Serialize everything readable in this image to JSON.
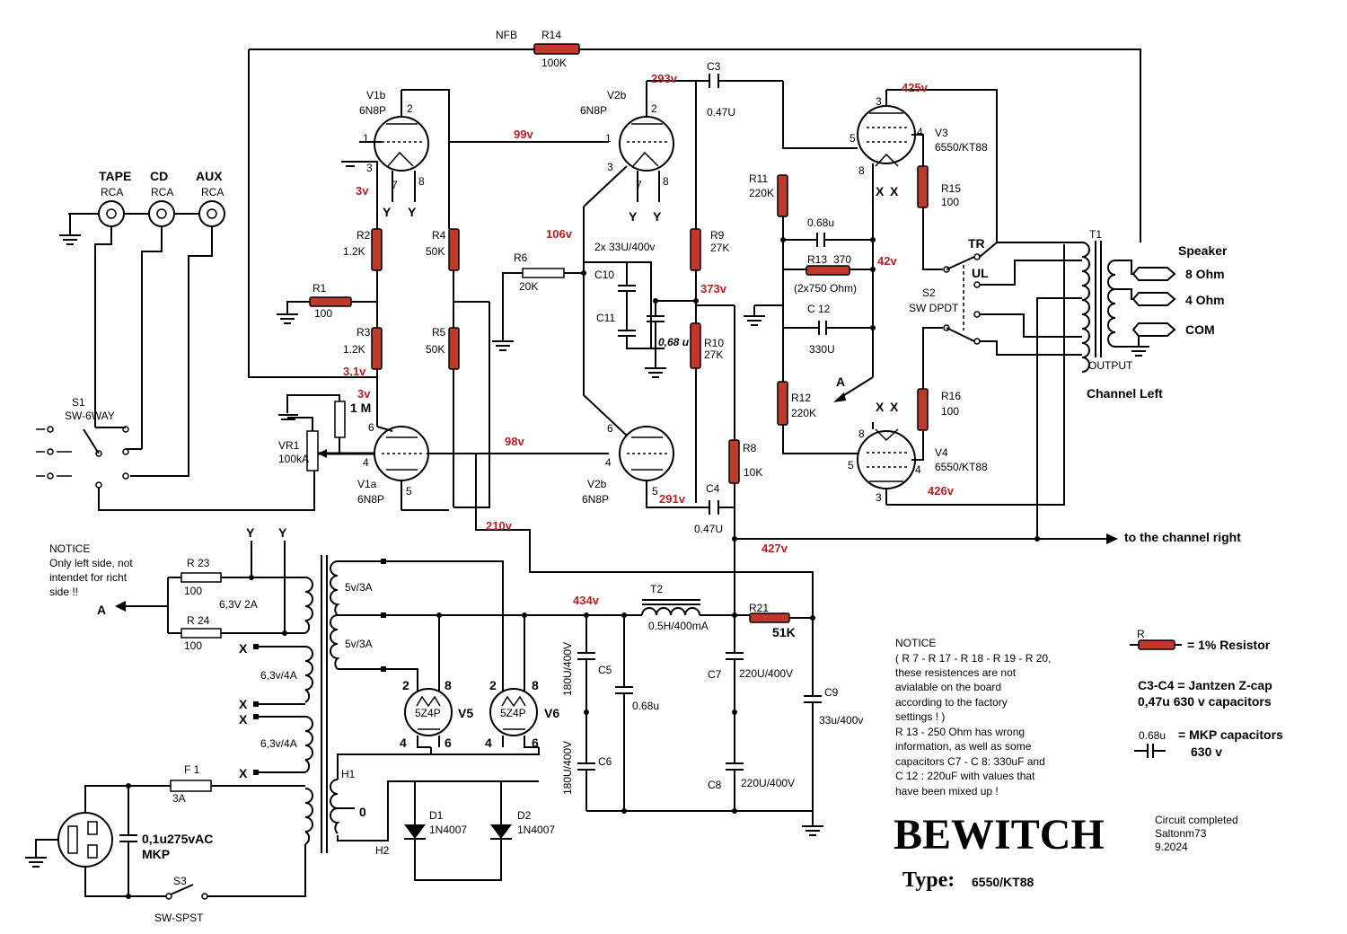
{
  "labels": {
    "nfb": "NFB",
    "r14": "R14",
    "r14v": "100K",
    "v1b": "V1b",
    "v1b_t": "6N8P",
    "v2b_top": "V2b",
    "v2b_top_t": "6N8P",
    "v1a": "V1a",
    "v1a_t": "6N8P",
    "v2b_bot": "V2b",
    "v2b_bot_t": "6N8P",
    "v3": "V3",
    "v3_t": "6550/KT88",
    "v4": "V4",
    "v4_t": "6550/KT88",
    "c3": "C3",
    "c3v": "0.47U",
    "c4": "C4",
    "c4v": "0.47U",
    "r1": "R1",
    "r1v": "100",
    "r2": "R2",
    "r2v": "1.2K",
    "r3": "R3",
    "r3v": "1.2K",
    "r4": "R4",
    "r4v": "50K",
    "r5": "R5",
    "r5v": "50K",
    "r6": "R6",
    "r6v": "20K",
    "r8": "R8",
    "r8v": "10K",
    "r9": "R9",
    "r9v": "27K",
    "r10": "R10",
    "r10v": "27K",
    "r11": "R11",
    "r11v": "220K",
    "r12": "R12",
    "r12v": "220K",
    "r13": "R13",
    "r13v": "370",
    "r13n": "(2x750 Ohm)",
    "r15": "R15",
    "r15v": "100",
    "r16": "R16",
    "r16v": "100",
    "c068": "0.68u",
    "c12": "C 12",
    "c12v": "330U",
    "c10": "C10",
    "c11": "C11",
    "c1011": "2x 33U/400v",
    "c068i": "0,68 u",
    "vr1": "VR1",
    "vr1v": "100kA",
    "r1m": "1 M",
    "s1": "S1",
    "s1t": "SW-6WAY",
    "tape": "TAPE",
    "cd": "CD",
    "aux": "AUX",
    "rca": "RCA",
    "speaker": "Speaker",
    "ohm8": "8 Ohm",
    "ohm4": "4 Ohm",
    "com": "COM",
    "tr": "TR",
    "ul": "UL",
    "s2": "S2",
    "s2t": "SW DPDT",
    "t1": "T1",
    "output": "OUTPUT",
    "channel_left": "Channel Left",
    "to_right": "to the channel right",
    "notice1_title": "NOTICE",
    "notice1_l1": "Only left side, not",
    "notice1_l2": "intendet for richt",
    "notice1_l3": "side !!",
    "r23": "R 23",
    "r23v": "100",
    "r24": "R 24",
    "r24v": "100",
    "h63": "6,3V 2A",
    "y": "Y",
    "x": "X",
    "a": "A",
    "w5v1": "5v/3A",
    "w5v2": "5v/3A",
    "w63a": "6,3v/4A",
    "w63b": "6,3v/4A",
    "h1": "H1",
    "h2": "H2",
    "zero": "0",
    "f1": "F 1",
    "f1v": "3A",
    "cap_mkp1": "0,1u275vAC",
    "cap_mkp2": "MKP",
    "s3": "S3",
    "s3t": "SW-SPST",
    "v5": "V5",
    "v6": "V6",
    "z5z": "5Z4P",
    "d1": "D1",
    "d2": "D2",
    "diode": "1N4007",
    "t2": "T2",
    "t2v": "0.5H/400mA",
    "r21": "R21",
    "r21v": "51K",
    "c5": "C5",
    "c5v": "180U/400V",
    "c6": "C6",
    "c6v": "180U/400V",
    "c068b": "0.68u",
    "c7": "C7",
    "c7v": "220U/400V",
    "c8": "C8",
    "c8v": "220U/400V",
    "c9": "C9",
    "c9v": "33u/400v",
    "notice2_title": "NOTICE",
    "notice2": [
      "( R 7 - R 17 - R 18 - R 19 - R 20,",
      "these resistences are not",
      "avialable on the board",
      "according to the factory",
      "settings ! )",
      "R 13 - 250 Ohm has wrong",
      "information, as well as some",
      "capacitors C7 - C 8: 330uF and",
      "C 12 : 220uF with values that",
      "have been mixed up !"
    ],
    "legend_r": "R",
    "legend_r_text": "= 1% Resistor",
    "legend_c34a": "C3-C4 = Jantzen Z-cap",
    "legend_c34b": "0,47u 630 v capacitors",
    "legend_mkp_v": "0.68u",
    "legend_mkp_a": "= MKP capacitors",
    "legend_mkp_b": "630 v",
    "brand": "BEWITCH",
    "type_label": "Type:",
    "type_value": "6550/KT88",
    "credit1": "Circuit completed",
    "credit2": "Saltonm73",
    "credit3": "9.2024"
  },
  "voltages": {
    "v293": "293v",
    "v99": "99v",
    "v3a": "3v",
    "v106": "106v",
    "v373": "373v",
    "v31": "3,1v",
    "v3b": "3v",
    "v98": "98v",
    "v291": "291v",
    "v210": "210v",
    "v425": "425v",
    "v42": "42v",
    "v426": "426v",
    "v427": "427v",
    "v434": "434v"
  },
  "colors": {
    "resistor": "#c0392b",
    "voltage": "#b22222"
  }
}
